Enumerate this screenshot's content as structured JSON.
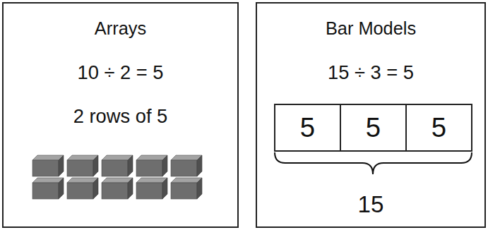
{
  "diagram": {
    "nodes": [
      {
        "text": [
          "Arrays",
          "10 ÷ 2 = 5",
          "2 rows of 5"
        ]
      },
      {
        "text": [
          "Bar Models",
          "15 ÷ 3 = 5",
          "15"
        ]
      },
      {
        "text": [
          "5"
        ],
        "in": 1
      },
      {
        "text": [
          "5"
        ],
        "in": 1
      },
      {
        "text": [
          "5"
        ],
        "in": 1
      }
    ]
  }
}
